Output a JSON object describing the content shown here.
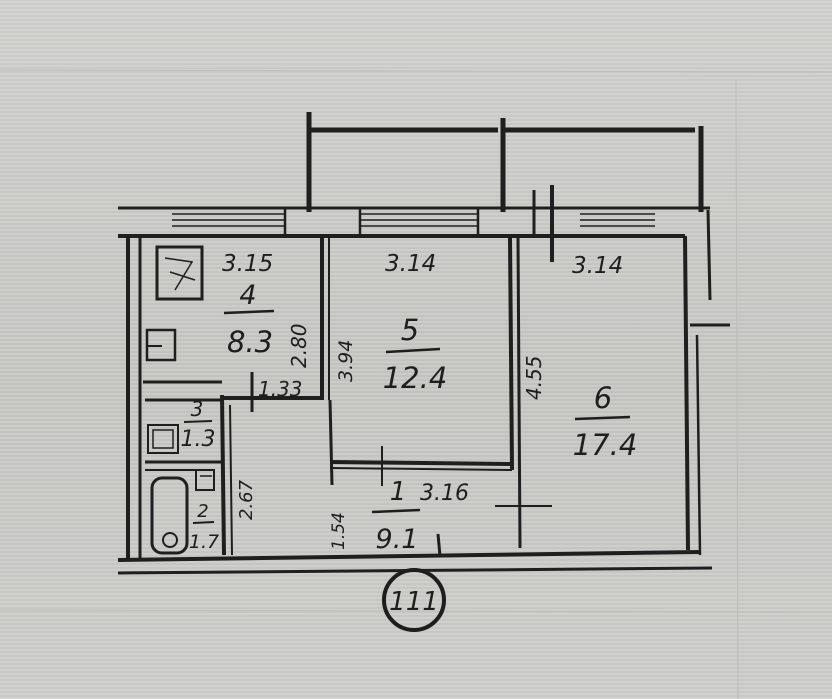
{
  "plan": {
    "rooms": [
      {
        "id": "kitchen",
        "number": "4",
        "area": "8.3"
      },
      {
        "id": "room5",
        "number": "5",
        "area": "12.4"
      },
      {
        "id": "room6",
        "number": "6",
        "area": "17.4"
      },
      {
        "id": "hall",
        "number": "1",
        "area": "9.1"
      },
      {
        "id": "bath",
        "number": "3",
        "area": "1.3"
      },
      {
        "id": "wc",
        "number": "2",
        "area": "1.7"
      }
    ],
    "dimensions": {
      "kitchen_width": "3.15",
      "room5_width": "3.14",
      "room6_width": "3.14",
      "kitchen_depth": "2.80",
      "room5_depth": "3.94",
      "room6_depth": "4.55",
      "hall_width": "3.16",
      "hall_depth": "1.54",
      "bath_width": "1.33",
      "bath_depth": "2.67"
    },
    "apartment_number": "111"
  }
}
